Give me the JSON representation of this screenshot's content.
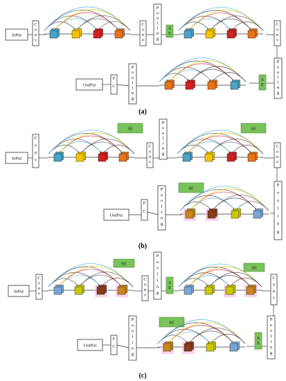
{
  "labels": {
    "input": "InPut",
    "output": "OutPut",
    "conv": "C o n v",
    "pooling": "P o o l i n g",
    "se": "SE",
    "fc": "F C"
  },
  "captions": [
    "(a)",
    "(b)",
    "(c)"
  ],
  "colors": {
    "cube_blue": "#4aa3c8",
    "cube_yellow": "#f5c400",
    "cube_red": "#d42020",
    "cube_orange": "#e8731a",
    "cube_lightblue": "#7aa6d6",
    "cube_olive": "#c9c900",
    "cube_brown": "#8b3a1a",
    "cube_tan": "#c8881a",
    "se_green": "#79c35a",
    "arc_gray": "#555555",
    "arc_blue": "#56b4e9",
    "arc_red": "#d94040",
    "arc_yellow": "#e8c200",
    "highlight_pink": "#f6b6e0"
  }
}
